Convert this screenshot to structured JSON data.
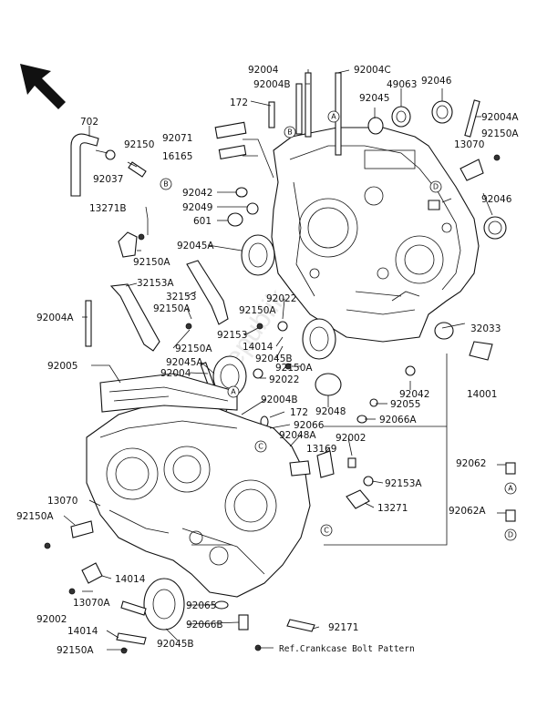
{
  "diagram": {
    "watermark": "Partsrepublik",
    "footer_note": "Ref.Crankcase Bolt Pattern",
    "part_labels": {
      "p702": "702",
      "p92037": "92037",
      "p92150": "92150",
      "p172a": "172",
      "p92004": "92004",
      "p92004B": "92004B",
      "p92004C": "92004C",
      "p49063": "49063",
      "p92045": "92045",
      "p92046a": "92046",
      "p92004A_r": "92004A",
      "p13070_r": "13070",
      "p92150A_r": "92150A",
      "p92071": "92071",
      "p16165": "16165",
      "p92042a": "92042",
      "p92049": "92049",
      "p601": "601",
      "p13271B": "13271B",
      "p92045A_a": "92045A",
      "p92046b": "92046",
      "p92150A_b": "92150A",
      "p32153A": "32153A",
      "p32153": "32153",
      "p92150A_c": "92150A",
      "p92022a": "92022",
      "p92004A_l": "92004A",
      "p92150A_d": "92150A",
      "p92153": "92153",
      "p14014a": "14014",
      "p92045B_a": "92045B",
      "p32033": "32033",
      "p92150A_e": "92150A",
      "p92045A_b": "92045A",
      "p92005": "92005",
      "p92004_b": "92004",
      "p92022b": "92022",
      "p92042b": "92042",
      "p14001": "14001",
      "p92048": "92048",
      "p92055": "92055",
      "p92004B_b": "92004B",
      "p92066A": "92066A",
      "p172b": "172",
      "p92066": "92066",
      "p92048A": "92048A",
      "p92002a": "92002",
      "p13169": "13169",
      "p92062": "92062",
      "p92153A": "92153A",
      "p13070_l": "13070",
      "p13271": "13271",
      "p92150A_f": "92150A",
      "p92062A": "92062A",
      "p14014b": "14014",
      "p13070A": "13070A",
      "p92002b": "92002",
      "p92065": "92065",
      "p92066B": "92066B",
      "p92171": "92171",
      "p14014c": "14014",
      "p92045B_b": "92045B",
      "p92150A_g": "92150A"
    },
    "callouts": {
      "A": "A",
      "B": "B",
      "C": "C",
      "D": "D"
    },
    "icons": {
      "direction_arrow": "front-direction-arrow-icon"
    }
  }
}
